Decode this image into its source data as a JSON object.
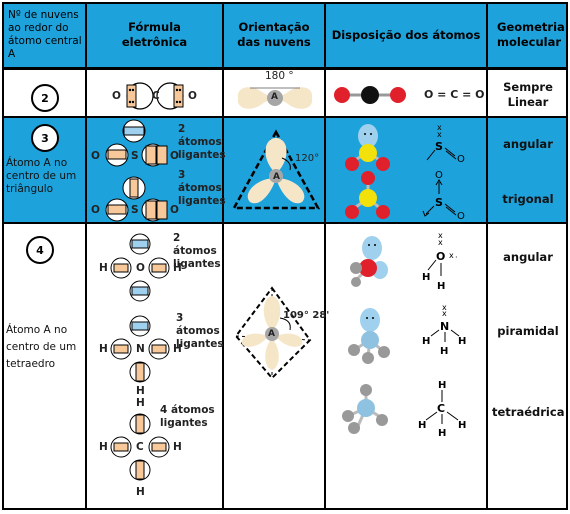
{
  "headers": {
    "col1": "Nº de nuvens ao redor do átomo central A",
    "col2": "Fórmula eletrônica",
    "col3": "Orientação das nuvens",
    "col4": "Disposição dos átomos",
    "col5": "Geometria molecular"
  },
  "row1": {
    "number": "2",
    "formula": [
      "O",
      "C",
      "O"
    ],
    "angle": "180 °",
    "center": "A",
    "equation": "O = C = O",
    "geometry_line1": "Sempre",
    "geometry_line2": "Linear"
  },
  "row2": {
    "number": "3",
    "description": "Átomo A no centro de um triângulo",
    "ligands_label_a": "2 átomos ligantes",
    "ligands_label_b": "3 átomos ligantes",
    "formula_atoms": [
      "O",
      "S",
      "O"
    ],
    "angle": "120°",
    "center": "A",
    "geometry_a": "angular",
    "geometry_b": "trigonal"
  },
  "row3": {
    "number": "4",
    "description": "Átomo A no centro de um tetraedro",
    "ligands_2": "2 átomos ligantes",
    "ligands_3": "3 átomos ligantes",
    "ligands_4": "4 átomos ligantes",
    "water": [
      "H",
      "O",
      "H"
    ],
    "ammonia": [
      "H",
      "N",
      "H",
      "H"
    ],
    "methane": [
      "H",
      "C",
      "H",
      "H",
      "H"
    ],
    "angle": "109° 28'",
    "center": "A",
    "geometry_a": "angular",
    "geometry_b": "piramidal",
    "geometry_c": "tetraédrica"
  },
  "colors": {
    "header_blue": "#1ea2db",
    "cloud": "#f6e6c8",
    "oxygen": "#e0202a",
    "carbon": "#111111",
    "sulfur": "#f2e10a",
    "central_grey": "#9c9c9c",
    "lone_pair": "#9fd0ee",
    "bond_grey": "#b0b0b0"
  }
}
